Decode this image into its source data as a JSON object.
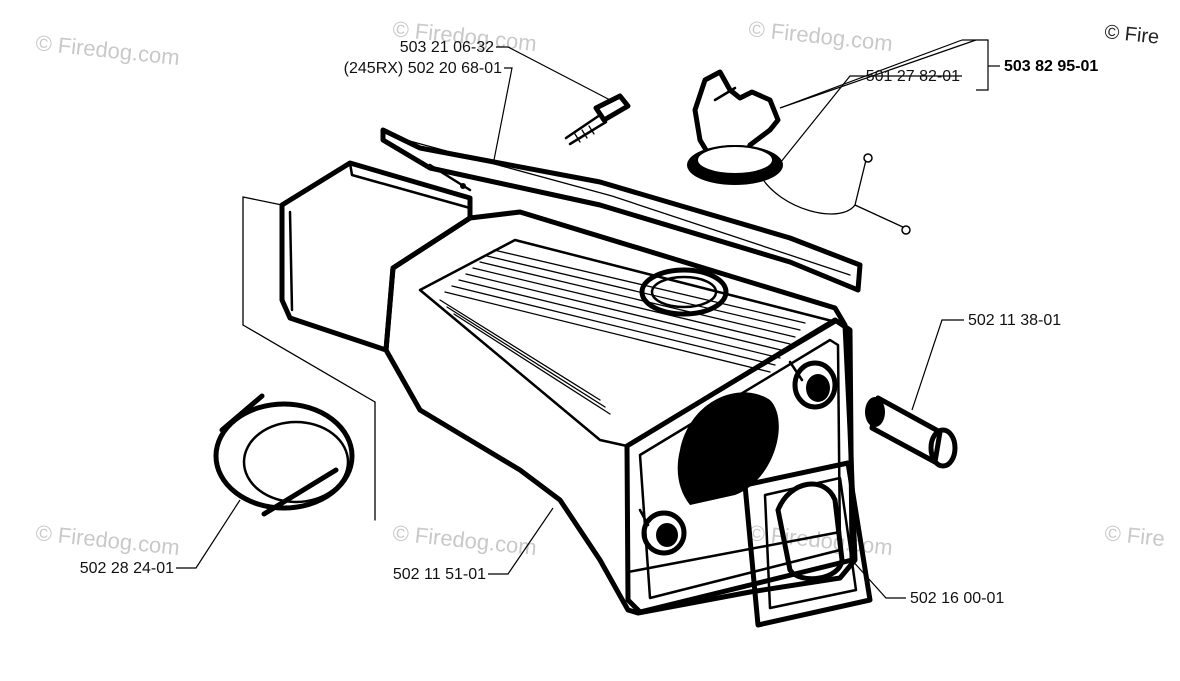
{
  "watermarks": {
    "top_right": "© Fire",
    "top_left": "© Firedog.com",
    "top_center": "© Firedog.com",
    "top_mid": "© Firedog.com",
    "bottom_left": "© Firedog.com",
    "bottom_center": "© Firedog.com",
    "bottom_mid": "© Firedog.com",
    "bottom_right": "© Fire"
  },
  "parts": {
    "screw": "503 21 06-32",
    "strap": "(245RX) 502 20 68-01",
    "cap_seal": "501 27 82-01",
    "cap_kit": "503 82 95-01",
    "filter": "502 11 38-01",
    "ring": "502 28 24-01",
    "tank": "502 11 51-01",
    "gasket": "502 16 00-01"
  },
  "colors": {
    "line": "#000000",
    "watermark": "#c9c9c9",
    "background": "#ffffff"
  }
}
